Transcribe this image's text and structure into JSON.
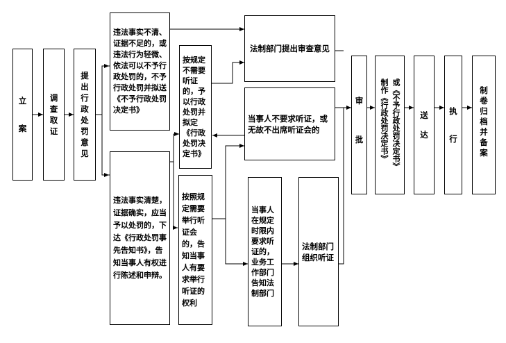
{
  "flow": {
    "li_an": "立案",
    "diaocha": "调查取证",
    "tichu": "提出行政处罚意见",
    "weifa_buqing": "违法事实不清、证据不足的，或违法行为轻微、依法可以不予行政处罚的，不予行政处罚并拟送《不予行政处罚决定书》",
    "weifa_qingchu": "违法事实清楚，证据确实，应当予以处罚的，下达《行政处罚事先告知书》，告知当事人有权进行陈述和申辩。",
    "buxuyao": "按规定不需要听证的，予以行政处罚并拟定《行政处罚决定书》",
    "xuyao": "按照规定需要举行听证会的，告知当事人有要求举行听证的权利",
    "fazhi_shencha": "法制部门提出审查意见",
    "bu_yaoqiu": "当事人不要求听证，或无故不出席听证会的",
    "yaoqiu": "当事人在规定时限内要求听证的，业务工作部门告知法制部门",
    "zuzhi": "法制部门组织听证",
    "shenpi_a": "审",
    "shenpi_b": "批",
    "zhizuo_1": "制作《行政处罚决定书》",
    "zhizuo_2": "或《不予行政处罚决定书》",
    "songda": "送达",
    "zhixing": "执行",
    "guidang": "制卷归档并备案"
  }
}
